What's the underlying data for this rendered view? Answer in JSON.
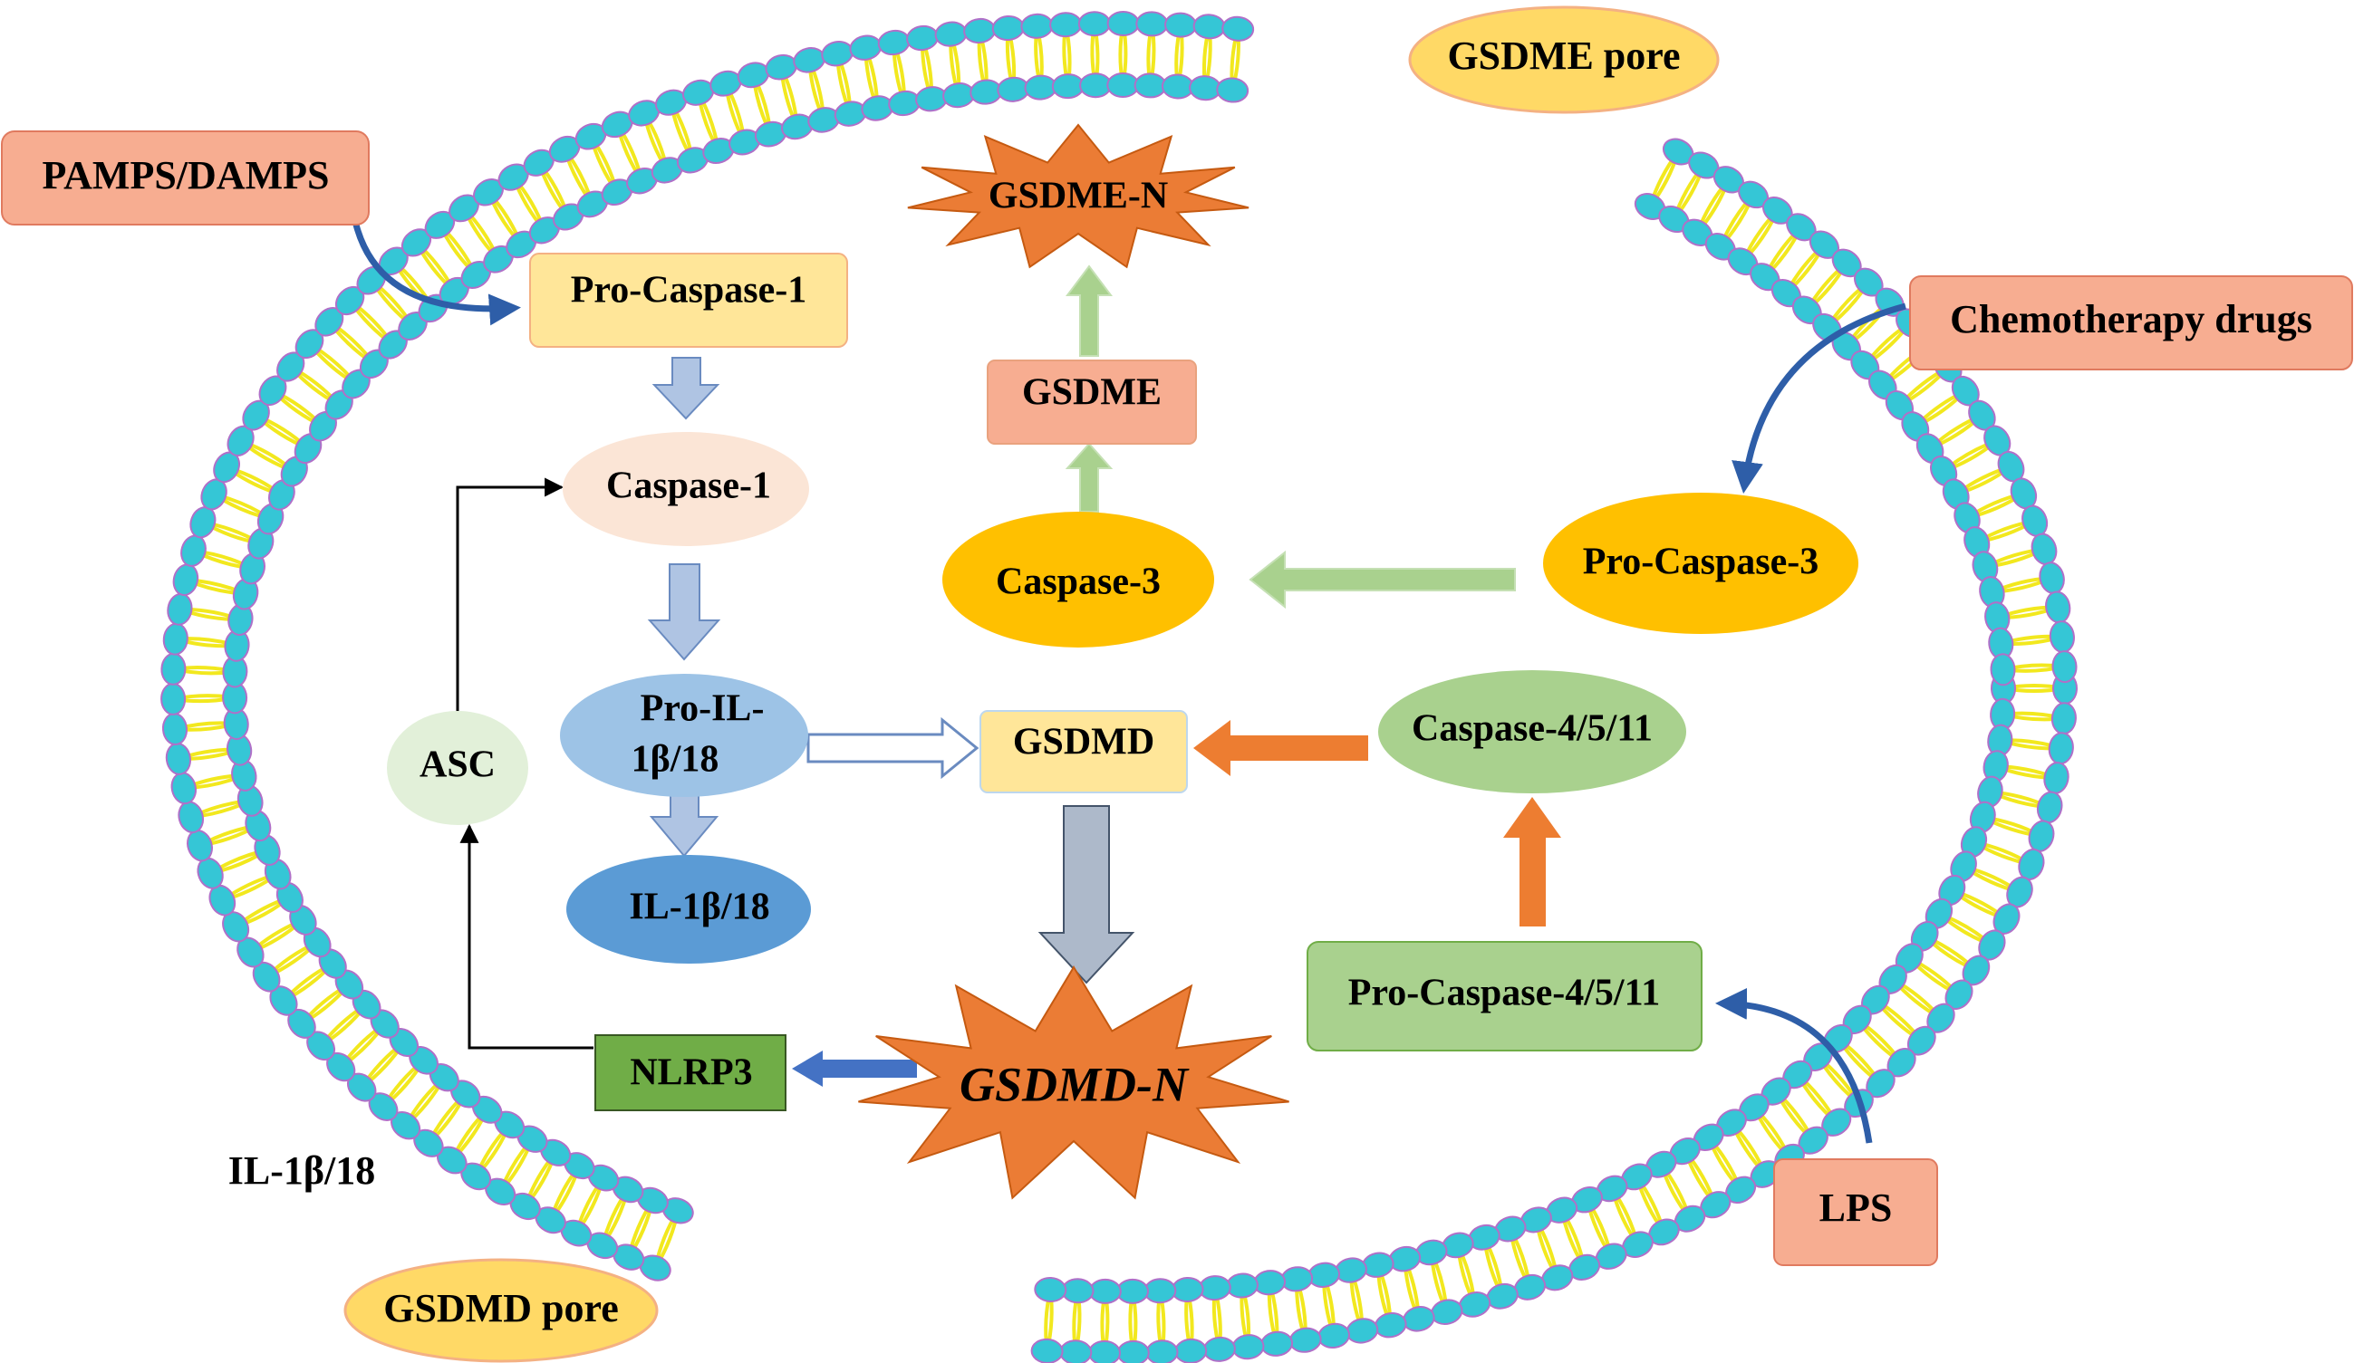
{
  "labels": {
    "pamps_damps": "PAMPS/DAMPS",
    "pro_caspase_1": "Pro-Caspase-1",
    "caspase_1": "Caspase-1",
    "pro_il_line1": "Pro-IL-",
    "pro_il_line2": "1β/18",
    "il_1b_18": "IL-1β/18",
    "asc": "ASC",
    "nlrp3": "NLRP3",
    "gsdmd": "GSDMD",
    "gsdmd_n": "GSDMD-N",
    "gsdme": "GSDME",
    "gsdme_n": "GSDME-N",
    "caspase_3": "Caspase-3",
    "pro_caspase_3": "Pro-Caspase-3",
    "caspase_4_5_11": "Caspase-4/5/11",
    "pro_caspase_4_5_11": "Pro-Caspase-4/5/11",
    "chemotherapy_drugs": "Chemotherapy drugs",
    "lps": "LPS",
    "gsdme_pore": "GSDME pore",
    "gsdmd_pore": "GSDMD pore",
    "released_il": "IL-1β/18"
  },
  "colors": {
    "lipid_head": "#35C6D6",
    "lipid_head_outline": "#B070C8",
    "lipid_tail": "#F2E81E",
    "salmon": "#F7AD91",
    "orange": "#EB7C35",
    "gold": "#FFC000",
    "light_yellow": "#FFE699",
    "pale_peach": "#FBE5D6",
    "light_blue": "#9DC3E6",
    "blue": "#5B9BD5",
    "green_light": "#A9D18E",
    "green_box": "#70AD47",
    "pale_green": "#E2F0D9",
    "pore_yellow": "#FFD966",
    "arrow_blue": "#AFC4E3",
    "arrow_blue_outline": "#6A8BC0",
    "arrow_green": "#A9D18E",
    "arrow_orange": "#ED7D31",
    "arrow_grey": "#ADB9CA",
    "curve_arrow": "#2E5EA8",
    "nlrp3_arrow": "#4472C4"
  }
}
